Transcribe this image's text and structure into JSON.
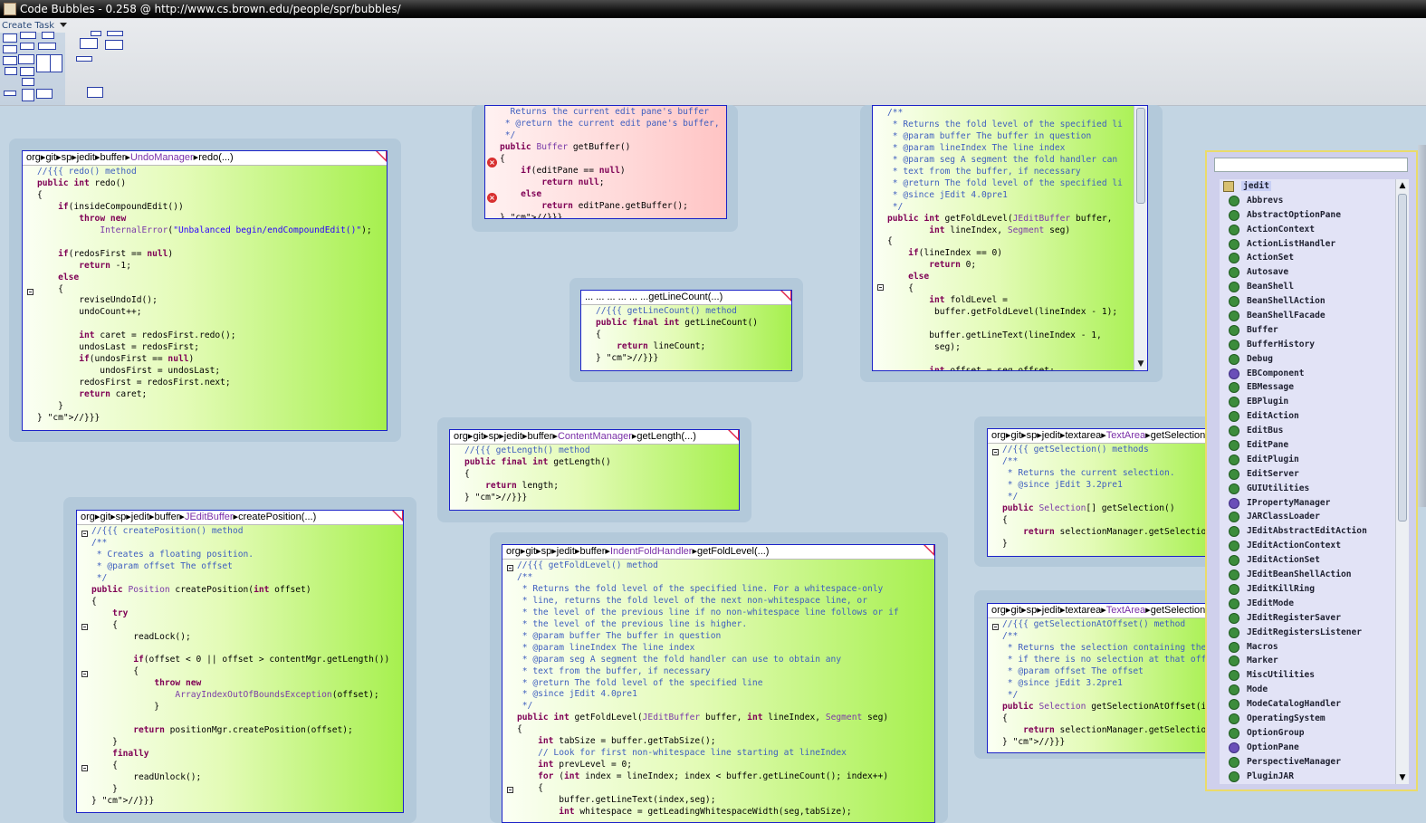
{
  "window": {
    "title": "Code Bubbles - 0.258 @ http://www.cs.brown.edu/people/spr/bubbles/"
  },
  "toolbar": {
    "create_task": "Create Task"
  },
  "bubbles": {
    "undo": {
      "path": [
        "org",
        "git",
        "sp",
        "jedit",
        "buffer"
      ],
      "cls": "UndoManager",
      "method": "redo(...)",
      "code": "//{{{ redo() method\npublic int redo()\n{\n    if(insideCompoundEdit())\n        throw new\n            InternalError(\"Unbalanced begin/endCompoundEdit()\");\n\n    if(redosFirst == null)\n        return -1;\n    else\n    {\n        reviseUndoId();\n        undoCount++;\n\n        int caret = redosFirst.redo();\n        undosLast = redosFirst;\n        if(undosFirst == null)\n            undosFirst = undosLast;\n        redosFirst = redosFirst.next;\n        return caret;\n    }\n} //}}}"
    },
    "getbuffer": {
      "code": "  Returns the current edit pane's buffer\n * @return the current edit pane's buffer,\n */\npublic Buffer getBuffer()\n{\n    if(editPane == null)\n        return null;\n    else\n        return editPane.getBuffer();\n} //}}}"
    },
    "getlinecount": {
      "header": "... ... ... ... ... ...getLineCount(...)",
      "code": "//{{{ getLineCount() method\npublic final int getLineCount()\n{\n    return lineCount;\n} //}}}"
    },
    "foldtop": {
      "code": "/**\n * Returns the fold level of the specified li\n * @param buffer The buffer in question\n * @param lineIndex The line index\n * @param seg A segment the fold handler can\n * text from the buffer, if necessary\n * @return The fold level of the specified li\n * @since jEdit 4.0pre1\n */\npublic int getFoldLevel(JEditBuffer buffer,\n        int lineIndex, Segment seg)\n{\n    if(lineIndex == 0)\n        return 0;\n    else\n    {\n        int foldLevel =\n         buffer.getFoldLevel(lineIndex - 1);\n\n        buffer.getLineText(lineIndex - 1,\n         seg);\n\n        int offset = seg.offset;"
    },
    "getlength": {
      "path": [
        "org",
        "git",
        "sp",
        "jedit",
        "buffer"
      ],
      "cls": "ContentManager",
      "method": "getLength(...)",
      "code": "//{{{ getLength() method\npublic final int getLength()\n{\n    return length;\n} //}}}"
    },
    "getselection": {
      "path": [
        "org",
        "git",
        "sp",
        "jedit",
        "textarea"
      ],
      "cls": "TextArea",
      "method": "getSelection(...)",
      "code": "//{{{ getSelection() methods\n/**\n * Returns the current selection.\n * @since jEdit 3.2pre1\n */\npublic Selection[] getSelection()\n{\n    return selectionManager.getSelection();\n}"
    },
    "createpos": {
      "path": [
        "org",
        "git",
        "sp",
        "jedit",
        "buffer"
      ],
      "cls": "JEditBuffer",
      "method": "createPosition(...)",
      "code": "//{{{ createPosition() method\n/**\n * Creates a floating position.\n * @param offset The offset\n */\npublic Position createPosition(int offset)\n{\n    try\n    {\n        readLock();\n\n        if(offset < 0 || offset > contentMgr.getLength())\n        {\n            throw new\n                ArrayIndexOutOfBoundsException(offset);\n            }\n\n        return positionMgr.createPosition(offset);\n    }\n    finally\n    {\n        readUnlock();\n    }\n} //}}}"
    },
    "indentfold": {
      "path": [
        "org",
        "git",
        "sp",
        "jedit",
        "buffer"
      ],
      "cls": "IndentFoldHandler",
      "method": "getFoldLevel(...)",
      "code": "//{{{ getFoldLevel() method\n/**\n * Returns the fold level of the specified line. For a whitespace-only\n * line, returns the fold level of the next non-whitespace line, or\n * the level of the previous line if no non-whitespace line follows or if\n * the level of the previous line is higher.\n * @param buffer The buffer in question\n * @param lineIndex The line index\n * @param seg A segment the fold handler can use to obtain any\n * text from the buffer, if necessary\n * @return The fold level of the specified line\n * @since jEdit 4.0pre1\n */\npublic int getFoldLevel(JEditBuffer buffer, int lineIndex, Segment seg)\n{\n    int tabSize = buffer.getTabSize();\n    // Look for first non-whitespace line starting at lineIndex\n    int prevLevel = 0;\n    for (int index = lineIndex; index < buffer.getLineCount(); index++)\n    {\n        buffer.getLineText(index,seg);\n        int whitespace = getLeadingWhitespaceWidth(seg,tabSize);"
    },
    "getselectionatoffset": {
      "path": [
        "org",
        "git",
        "sp",
        "jedit",
        "textarea"
      ],
      "cls": "TextArea",
      "method": "getSelectionAt(...)",
      "code": "//{{{ getSelectionAtOffset() method\n/**\n * Returns the selection containing the\n * if there is no selection at that off\n * @param offset The offset\n * @since jEdit 3.2pre1\n */\npublic Selection getSelectionAtOffset(in\n{\n    return selectionManager.getSelection\n} //}}}"
    }
  },
  "classes": {
    "search": "",
    "package": "jedit",
    "items": [
      {
        "name": "Abbrevs",
        "kind": "class"
      },
      {
        "name": "AbstractOptionPane",
        "kind": "class"
      },
      {
        "name": "ActionContext",
        "kind": "class"
      },
      {
        "name": "ActionListHandler",
        "kind": "class"
      },
      {
        "name": "ActionSet",
        "kind": "class"
      },
      {
        "name": "Autosave",
        "kind": "class"
      },
      {
        "name": "BeanShell",
        "kind": "class"
      },
      {
        "name": "BeanShellAction",
        "kind": "class"
      },
      {
        "name": "BeanShellFacade",
        "kind": "class"
      },
      {
        "name": "Buffer",
        "kind": "class"
      },
      {
        "name": "BufferHistory",
        "kind": "class"
      },
      {
        "name": "Debug",
        "kind": "class"
      },
      {
        "name": "EBComponent",
        "kind": "interface"
      },
      {
        "name": "EBMessage",
        "kind": "class"
      },
      {
        "name": "EBPlugin",
        "kind": "class"
      },
      {
        "name": "EditAction",
        "kind": "class"
      },
      {
        "name": "EditBus",
        "kind": "class"
      },
      {
        "name": "EditPane",
        "kind": "class"
      },
      {
        "name": "EditPlugin",
        "kind": "class"
      },
      {
        "name": "EditServer",
        "kind": "class"
      },
      {
        "name": "GUIUtilities",
        "kind": "class"
      },
      {
        "name": "IPropertyManager",
        "kind": "interface"
      },
      {
        "name": "JARClassLoader",
        "kind": "class"
      },
      {
        "name": "JEditAbstractEditAction",
        "kind": "class"
      },
      {
        "name": "JEditActionContext",
        "kind": "class"
      },
      {
        "name": "JEditActionSet",
        "kind": "class"
      },
      {
        "name": "JEditBeanShellAction",
        "kind": "class"
      },
      {
        "name": "JEditKillRing",
        "kind": "class"
      },
      {
        "name": "JEditMode",
        "kind": "class"
      },
      {
        "name": "JEditRegisterSaver",
        "kind": "class"
      },
      {
        "name": "JEditRegistersListener",
        "kind": "class"
      },
      {
        "name": "Macros",
        "kind": "class"
      },
      {
        "name": "Marker",
        "kind": "class"
      },
      {
        "name": "MiscUtilities",
        "kind": "class"
      },
      {
        "name": "Mode",
        "kind": "class"
      },
      {
        "name": "ModeCatalogHandler",
        "kind": "class"
      },
      {
        "name": "OperatingSystem",
        "kind": "class"
      },
      {
        "name": "OptionGroup",
        "kind": "class"
      },
      {
        "name": "OptionPane",
        "kind": "interface"
      },
      {
        "name": "PerspectiveManager",
        "kind": "class"
      },
      {
        "name": "PluginJAR",
        "kind": "class"
      }
    ]
  }
}
